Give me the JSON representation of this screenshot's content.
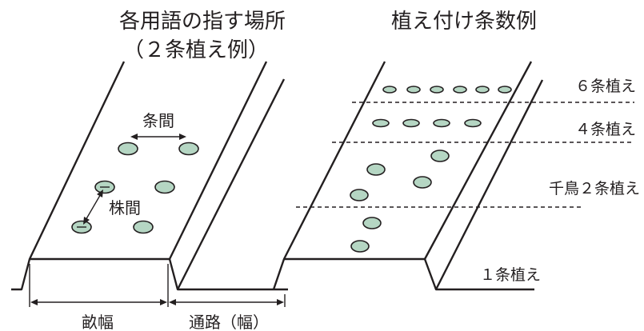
{
  "left_diagram": {
    "title_line1": "各用語の指す場所",
    "title_line2": "（２条植え例）",
    "row_spacing_label": "条間",
    "plant_spacing_label": "株間",
    "bed_width_label": "畝幅",
    "path_width_label": "通路（幅）"
  },
  "right_diagram": {
    "title": "植え付け条数例",
    "sections": [
      {
        "label": "６条植え"
      },
      {
        "label": "４条植え"
      },
      {
        "label": "千鳥２条植え"
      },
      {
        "label": "１条植え"
      }
    ]
  },
  "colors": {
    "line": "#231f20",
    "seed_fill": "#b5d6c3",
    "background": "#ffffff"
  }
}
